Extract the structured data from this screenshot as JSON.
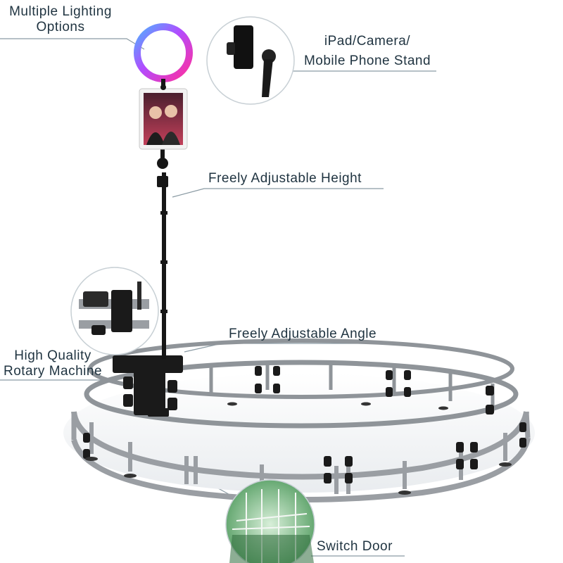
{
  "labels": {
    "lighting_line1": "Multiple Lighting",
    "lighting_line2": "Options",
    "stand_line1": "iPad/Camera/",
    "stand_line2": "Mobile Phone Stand",
    "height": "Freely Adjustable Height",
    "angle": "Freely Adjustable Angle",
    "rotary_line1": "High Quality",
    "rotary_line2": "Rotary Machine",
    "door": "Switch Door"
  },
  "colors": {
    "label_text": "#1f3340",
    "leader_line": "#8a9aa3",
    "ring_light_gradient": [
      "#5b8cff",
      "#c050ff",
      "#ff3aa8"
    ],
    "track": "#9a9ea3",
    "equipment": "#1a1a1a",
    "door_glass": "#6fb27a"
  },
  "icons": [
    "ring-light-icon",
    "tablet-photo-icon",
    "phone-holder-detail",
    "rotary-machine-detail",
    "switch-door-detail"
  ]
}
